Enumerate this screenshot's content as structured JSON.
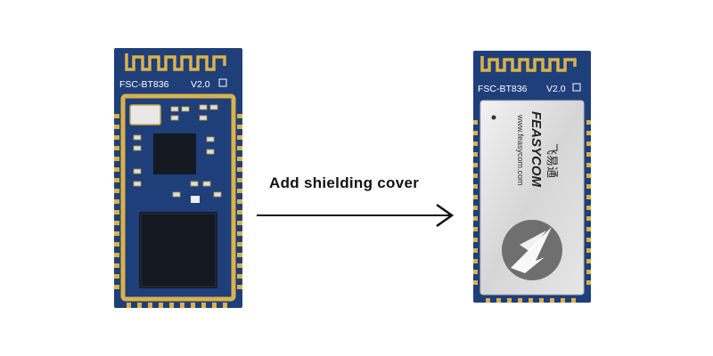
{
  "caption": "Add shielding cover",
  "left_module": {
    "model": "FSC-BT836",
    "version": "V2.0"
  },
  "right_module": {
    "model": "FSC-BT836",
    "version": "V2.0",
    "shield": {
      "brand": "FEASYCOM",
      "website": "www.feasycom.com",
      "chinese_name": "飞易通"
    }
  },
  "colors": {
    "pcb_blue": "#1f3f7a",
    "pad_gold": "#d9b24a",
    "shield_silver": "#dadada",
    "arrow": "#111111",
    "logo_gray": "#6f6f6f"
  }
}
